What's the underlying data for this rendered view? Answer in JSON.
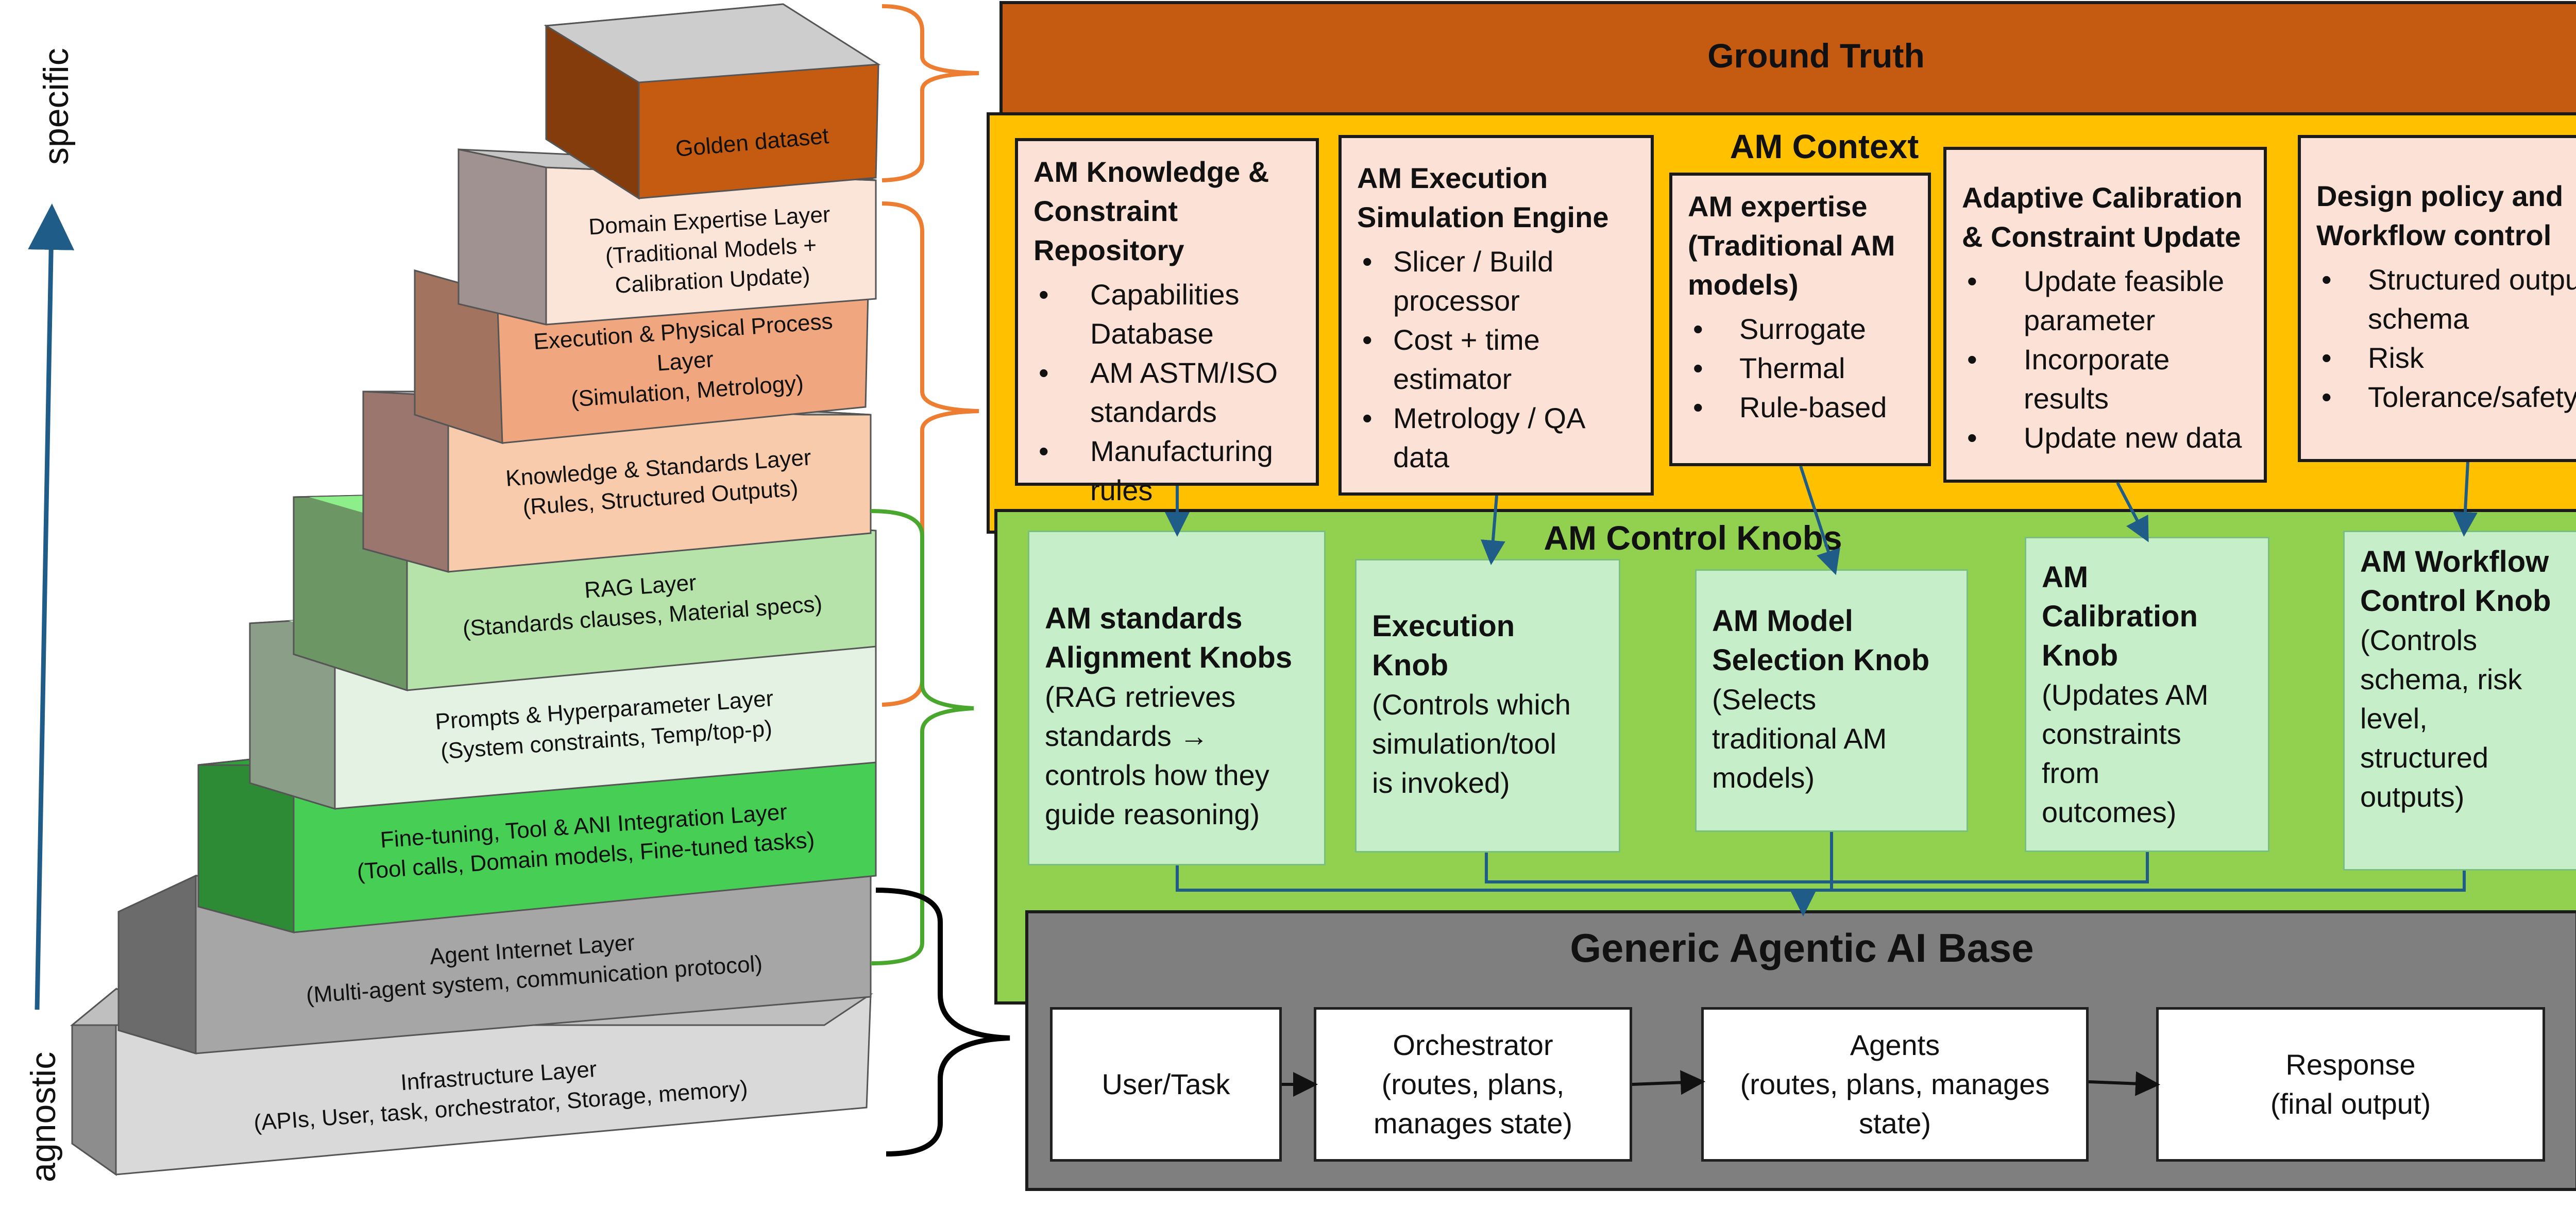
{
  "layers": [
    {
      "id": "infrastructure",
      "title": "Infrastructure Layer",
      "subtitle": "(APIs, User, task, orchestrator, Storage, memory)"
    },
    {
      "id": "agent-internet",
      "title": "Agent Internet Layer",
      "subtitle": "(Multi-agent system, communication protocol)"
    },
    {
      "id": "fine-tuning",
      "title": "Fine-tuning, Tool & ANI Integration Layer",
      "subtitle": "(Tool calls, Domain models, Fine-tuned tasks)"
    },
    {
      "id": "prompts",
      "title": "Prompts & Hyperparameter Layer",
      "subtitle": "(System constraints, Temp/top-p)"
    },
    {
      "id": "rag",
      "title": "RAG Layer",
      "subtitle": "(Standards clauses, Material specs)"
    },
    {
      "id": "knowledge",
      "title": "Knowledge & Standards Layer",
      "subtitle": "(Rules, Structured Outputs)"
    },
    {
      "id": "execution",
      "title": "Execution & Physical Process",
      "subtitle": "Layer",
      "subtitle2": "(Simulation, Metrology)"
    },
    {
      "id": "domain",
      "title": "Domain Expertise Layer",
      "subtitle": "(Traditional Models +",
      "subtitle2": "Calibration Update)"
    },
    {
      "id": "golden",
      "title": "Golden dataset"
    }
  ],
  "axis": {
    "top": "specific",
    "bottom": "agnostic"
  },
  "ground_truth": {
    "title": "Ground Truth"
  },
  "am_context": {
    "title": "AM Context",
    "boxes": [
      {
        "title_lines": [
          "AM Knowledge &",
          "Constraint",
          "Repository"
        ],
        "items": [
          [
            "Capabilities",
            "Database"
          ],
          [
            "AM ASTM/ISO",
            "standards"
          ],
          [
            "Manufacturing",
            "rules"
          ]
        ]
      },
      {
        "title_lines": [
          "AM Execution",
          "Simulation Engine"
        ],
        "items": [
          [
            "Slicer / Build",
            "processor"
          ],
          [
            "Cost + time",
            "estimator"
          ],
          [
            "Metrology / QA",
            "data"
          ]
        ]
      },
      {
        "title_lines": [
          "AM expertise",
          "(Traditional AM",
          "models)"
        ],
        "items": [
          [
            "Surrogate"
          ],
          [
            "Thermal"
          ],
          [
            "Rule-based"
          ]
        ]
      },
      {
        "title_lines": [
          "Adaptive Calibration",
          "& Constraint Update"
        ],
        "items": [
          [
            "Update feasible",
            "parameter"
          ],
          [
            "Incorporate",
            "results"
          ],
          [
            "Update new data"
          ]
        ]
      },
      {
        "title_lines": [
          "Design policy and",
          "Workflow control"
        ],
        "items": [
          [
            "Structured output",
            "schema"
          ],
          [
            "Risk"
          ],
          [
            "Tolerance/safety"
          ]
        ]
      }
    ]
  },
  "control_knobs": {
    "title": "AM Control Knobs",
    "knobs": [
      {
        "title_lines": [
          "AM standards",
          "Alignment Knobs"
        ],
        "desc_lines": [
          "(RAG retrieves",
          "standards →",
          "controls how they",
          "guide reasoning)"
        ]
      },
      {
        "title_lines": [
          "Execution",
          "Knob"
        ],
        "desc_lines": [
          "(Controls which",
          "simulation/tool",
          "is invoked)"
        ]
      },
      {
        "title_lines": [
          "AM Model",
          "Selection Knob"
        ],
        "desc_lines": [
          "(Selects",
          "traditional AM",
          "models)"
        ]
      },
      {
        "title_lines": [
          "AM",
          "Calibration",
          "Knob"
        ],
        "desc_lines": [
          "(Updates AM",
          "constraints",
          "from",
          "outcomes)"
        ]
      },
      {
        "title_lines": [
          "AM Workflow",
          "Control Knob"
        ],
        "desc_lines": [
          "(Controls",
          "schema, risk",
          "level,",
          "structured",
          "outputs)"
        ]
      }
    ]
  },
  "base": {
    "title": "Generic Agentic AI Base",
    "flow": [
      {
        "lines": [
          "User/Task"
        ]
      },
      {
        "lines": [
          "Orchestrator",
          "(routes, plans,",
          "manages state)"
        ]
      },
      {
        "lines": [
          "Agents",
          "(routes, plans, manages",
          "state)"
        ]
      },
      {
        "lines": [
          "Response",
          "(final output)"
        ]
      }
    ]
  },
  "colors": {
    "ground_truth": "#c55a11",
    "am_context": "#ffc000",
    "control_knobs": "#92d050",
    "knob_box": "#c6efc9",
    "context_box": "#fbe1d6",
    "base": "#7f7f7f",
    "arrow": "#1f5c87",
    "brace_orange": "#ed7d31",
    "brace_green": "#4aa72e",
    "brace_black": "#000000"
  }
}
